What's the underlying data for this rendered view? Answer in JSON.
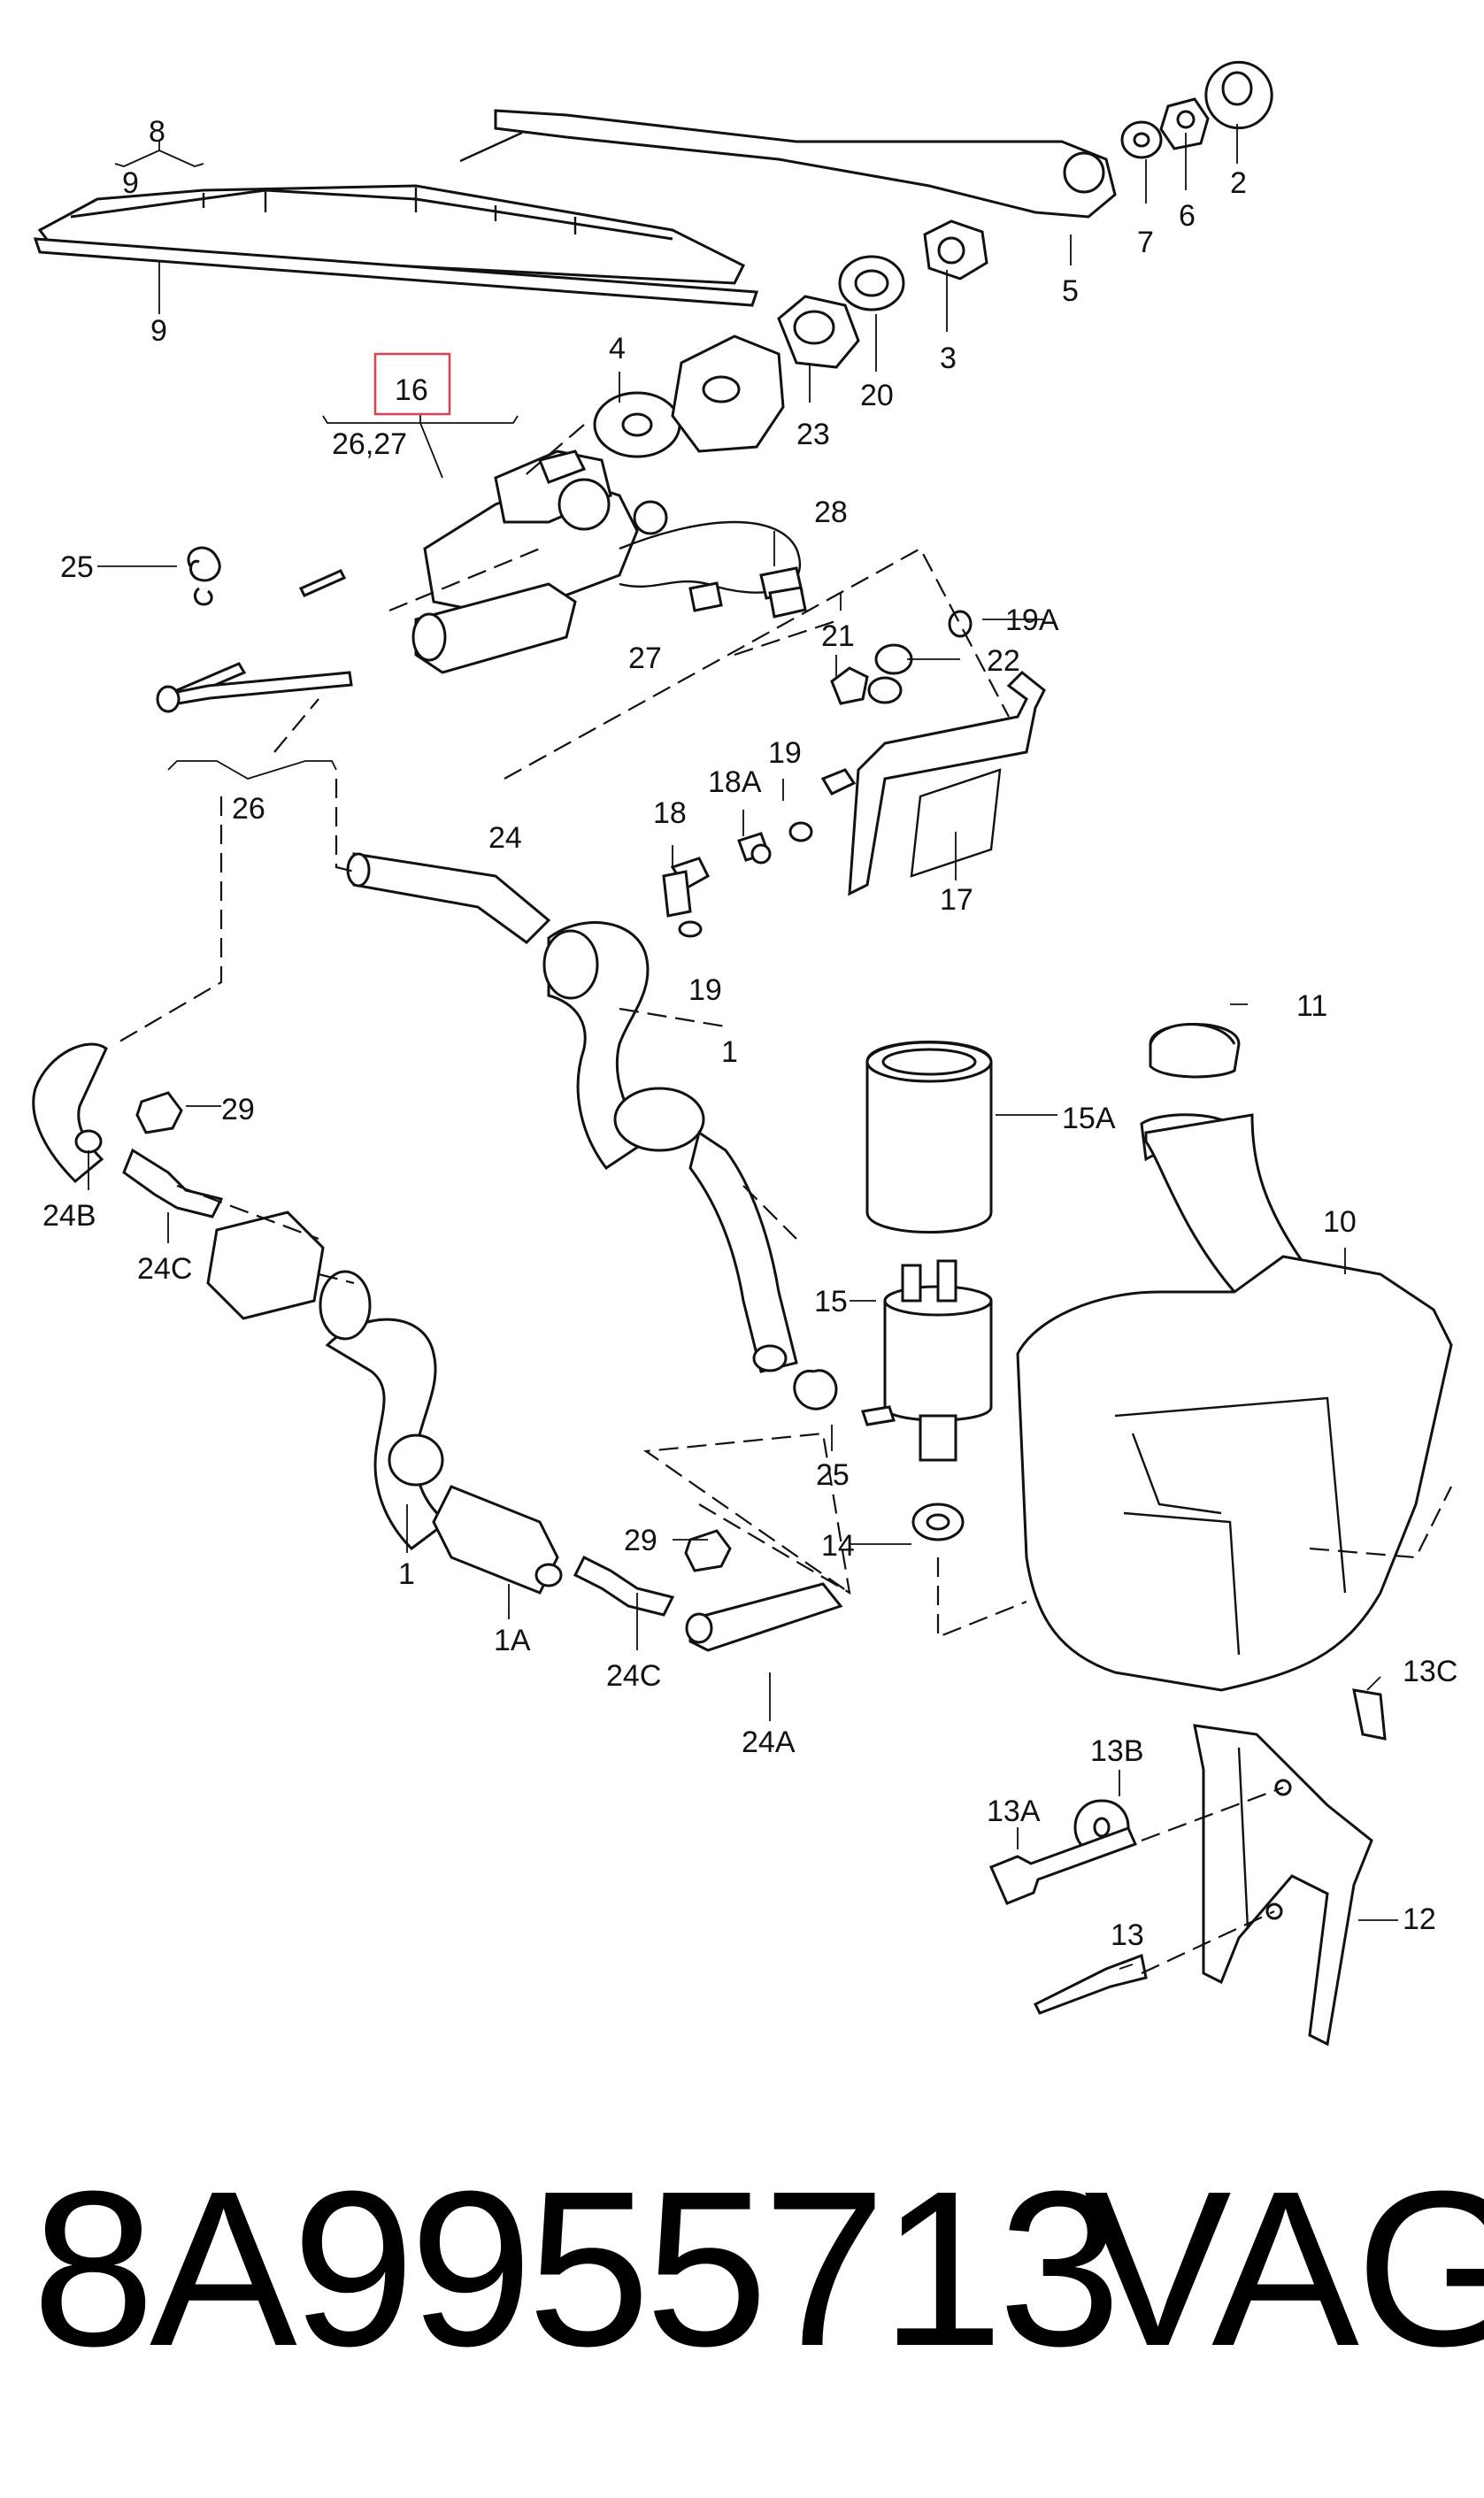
{
  "diagram": {
    "highlight_color": "#e04050",
    "labels": {
      "l8": "8",
      "l9a": "9",
      "l9b": "9",
      "l16": "16",
      "l2627": "26,27",
      "l4": "4",
      "l23": "23",
      "l20": "20",
      "l3": "3",
      "l5": "5",
      "l7": "7",
      "l6": "6",
      "l2": "2",
      "l28": "28",
      "l27": "27",
      "l19A": "19A",
      "l21": "21",
      "l22": "22",
      "l25a": "25",
      "l26": "26",
      "l18": "18",
      "l18A": "18A",
      "l19a": "19",
      "l19b": "19",
      "l17": "17",
      "l24": "24",
      "l1a": "1",
      "l11": "11",
      "l15A": "15A",
      "l10": "10",
      "l29a": "29",
      "l24B": "24B",
      "l24C_a": "24C",
      "l15": "15",
      "l25b": "25",
      "l1b": "1",
      "l29b": "29",
      "l14": "14",
      "l1A": "1A",
      "l24C_b": "24C",
      "l24A": "24A",
      "l13C": "13C",
      "l13B": "13B",
      "l13A": "13A",
      "l12": "12",
      "l13": "13"
    }
  },
  "footer": {
    "part_number": "8A9955713",
    "brand": "VAG"
  }
}
